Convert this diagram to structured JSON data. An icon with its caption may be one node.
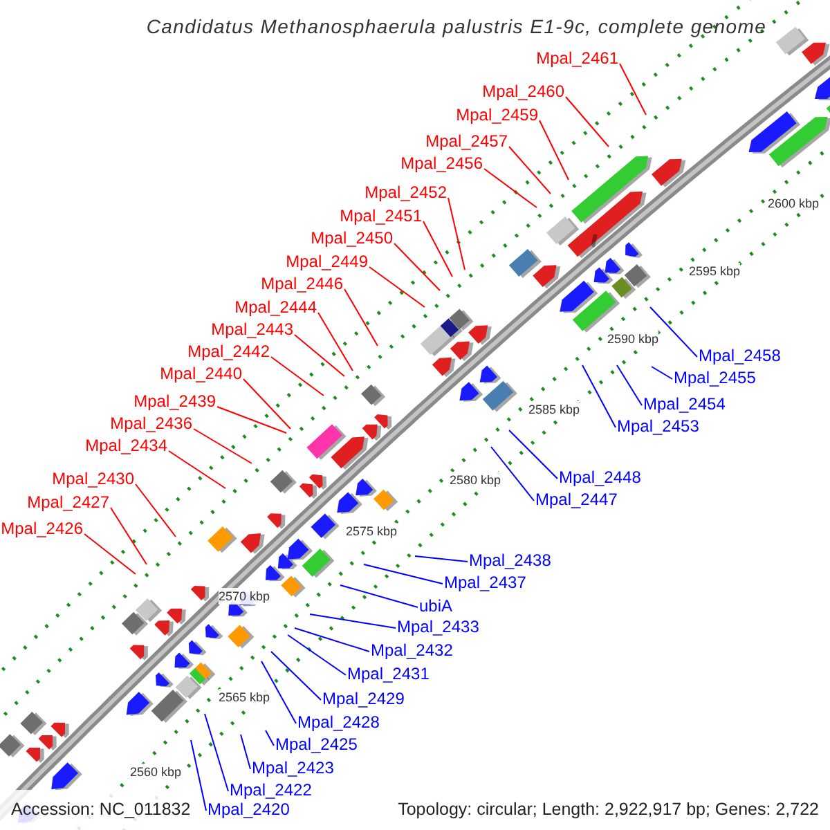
{
  "diagram": {
    "title": "Candidatus Methanosphaerula palustris E1-9c, complete genome",
    "nodes": [
      {
        "text": [
          "Mpal_2461"
        ]
      },
      {
        "text": [
          "Mpal_2460"
        ]
      },
      {
        "text": [
          "Mpal_2459"
        ]
      },
      {
        "text": [
          "Mpal_2457"
        ]
      },
      {
        "text": [
          "Mpal_2456"
        ]
      },
      {
        "text": [
          "Mpal_2452"
        ]
      },
      {
        "text": [
          "Mpal_2451"
        ]
      },
      {
        "text": [
          "Mpal_2450"
        ]
      },
      {
        "text": [
          "Mpal_2449"
        ]
      },
      {
        "text": [
          "Mpal_2446"
        ]
      },
      {
        "text": [
          "Mpal_2444"
        ]
      },
      {
        "text": [
          "Mpal_2443"
        ]
      },
      {
        "text": [
          "Mpal_2442"
        ]
      },
      {
        "text": [
          "Mpal_2440"
        ]
      },
      {
        "text": [
          "Mpal_2439"
        ]
      },
      {
        "text": [
          "Mpal_2436"
        ]
      },
      {
        "text": [
          "Mpal_2434"
        ]
      },
      {
        "text": [
          "Mpal_2430"
        ]
      },
      {
        "text": [
          "Mpal_2427"
        ]
      },
      {
        "text": [
          "Mpal_2426"
        ]
      },
      {
        "text": [
          "Mpal_2458"
        ]
      },
      {
        "text": [
          "Mpal_2455"
        ]
      },
      {
        "text": [
          "Mpal_2454"
        ]
      },
      {
        "text": [
          "Mpal_2453"
        ]
      },
      {
        "text": [
          "Mpal_2448"
        ]
      },
      {
        "text": [
          "Mpal_2447"
        ]
      },
      {
        "text": [
          "Mpal_2438"
        ]
      },
      {
        "text": [
          "Mpal_2437"
        ]
      },
      {
        "text": [
          "ubiA"
        ]
      },
      {
        "text": [
          "Mpal_2433"
        ]
      },
      {
        "text": [
          "Mpal_2432"
        ]
      },
      {
        "text": [
          "Mpal_2431"
        ]
      },
      {
        "text": [
          "Mpal_2429"
        ]
      },
      {
        "text": [
          "Mpal_2428"
        ]
      },
      {
        "text": [
          "Mpal_2425"
        ]
      },
      {
        "text": [
          "Mpal_2423"
        ]
      },
      {
        "text": [
          "Mpal_2422"
        ]
      },
      {
        "text": [
          "Mpal_2420"
        ]
      }
    ],
    "edges": [
      {
        "from": 0,
        "to": null,
        "arrow": "none"
      },
      {
        "from": 1,
        "to": null,
        "arrow": "none"
      },
      {
        "from": 2,
        "to": null,
        "arrow": "none"
      },
      {
        "from": 3,
        "to": null,
        "arrow": "none"
      },
      {
        "from": 4,
        "to": null,
        "arrow": "none"
      },
      {
        "from": 5,
        "to": null,
        "arrow": "none"
      },
      {
        "from": 6,
        "to": null,
        "arrow": "none"
      },
      {
        "from": 7,
        "to": null,
        "arrow": "none"
      },
      {
        "from": 8,
        "to": null,
        "arrow": "none"
      },
      {
        "from": 9,
        "to": null,
        "arrow": "none"
      },
      {
        "from": 10,
        "to": null,
        "arrow": "none"
      },
      {
        "from": 11,
        "to": null,
        "arrow": "none"
      },
      {
        "from": 12,
        "to": null,
        "arrow": "none"
      },
      {
        "from": 13,
        "to": null,
        "arrow": "none"
      },
      {
        "from": 14,
        "to": null,
        "arrow": "none"
      },
      {
        "from": 15,
        "to": null,
        "arrow": "none"
      },
      {
        "from": 16,
        "to": null,
        "arrow": "none"
      },
      {
        "from": 17,
        "to": null,
        "arrow": "none"
      },
      {
        "from": 18,
        "to": null,
        "arrow": "none"
      },
      {
        "from": 19,
        "to": null,
        "arrow": "none"
      },
      {
        "from": 20,
        "to": null,
        "arrow": "none",
        "color": "#0000ff"
      },
      {
        "from": 21,
        "to": null,
        "arrow": "none",
        "color": "#0000ff"
      },
      {
        "from": 22,
        "to": null,
        "arrow": "none",
        "color": "#0000ff"
      },
      {
        "from": 23,
        "to": null,
        "arrow": "none",
        "color": "#0000ff"
      },
      {
        "from": 24,
        "to": null,
        "arrow": "none",
        "color": "#0000ff"
      },
      {
        "from": 25,
        "to": null,
        "arrow": "none",
        "color": "#0000ff"
      },
      {
        "from": 26,
        "to": null,
        "arrow": "none",
        "color": "#0000ff"
      },
      {
        "from": 27,
        "to": null,
        "arrow": "none",
        "color": "#0000ff"
      },
      {
        "from": 28,
        "to": null,
        "arrow": "none",
        "color": "#0000ff"
      },
      {
        "from": 29,
        "to": null,
        "arrow": "none",
        "color": "#0000ff"
      },
      {
        "from": 30,
        "to": null,
        "arrow": "none",
        "color": "#0000ff"
      },
      {
        "from": 31,
        "to": null,
        "arrow": "none",
        "color": "#0000ff"
      },
      {
        "from": 32,
        "to": null,
        "arrow": "none",
        "color": "#0000ff"
      },
      {
        "from": 33,
        "to": null,
        "arrow": "none",
        "color": "#0000ff"
      },
      {
        "from": 34,
        "to": null,
        "arrow": "none",
        "color": "#0000ff"
      },
      {
        "from": 35,
        "to": null,
        "arrow": "none",
        "color": "#0000ff"
      },
      {
        "from": 36,
        "to": null,
        "arrow": "none",
        "color": "#0000ff"
      },
      {
        "from": 37,
        "to": null,
        "arrow": "none",
        "color": "#0000ff"
      }
    ],
    "labels": [
      "2600 kbp",
      "2595 kbp",
      "2590 kbp",
      "2585 kbp",
      "2580 kbp",
      "2575 kbp",
      "2570 kbp",
      "2565 kbp",
      "2560 kbp",
      "Accession: NC_011832",
      "Topology: circular; Length: 2,922,917 bp; Genes: 2,722"
    ]
  }
}
